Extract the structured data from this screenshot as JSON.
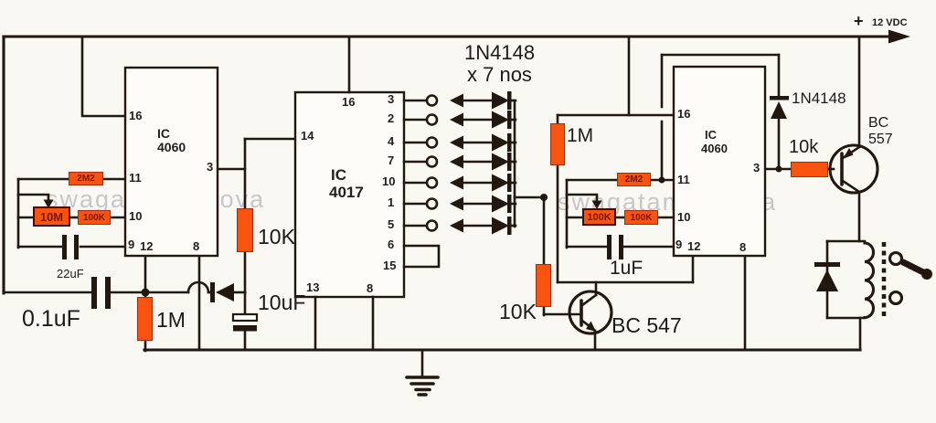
{
  "supply": {
    "plus": "+",
    "voltage": "12 VDC"
  },
  "watermark": "swagatam innova",
  "left_osc": {
    "ic": {
      "line1": "IC",
      "line2": "4060",
      "pin16": "16",
      "pin11": "11",
      "pin10": "10",
      "pin9": "9",
      "pin12": "12",
      "pin8": "8",
      "pin3": "3"
    },
    "r_2m2": "2M2",
    "r_10m_pot": "10M",
    "r_100k": "100K",
    "c_22uf": "22uF",
    "c_0_1uf": "0.1uF",
    "r_1m": "1M",
    "r_10k": "10K",
    "c_10uf": "10uF"
  },
  "counter": {
    "ic": {
      "line1": "IC",
      "line2": "4017",
      "pin16": "16",
      "pin14": "14",
      "pin13": "13",
      "pin8": "8",
      "pin6": "6",
      "pin15": "15"
    },
    "outputs": [
      "3",
      "2",
      "4",
      "7",
      "10",
      "1",
      "5"
    ],
    "diode_note_line1": "1N4148",
    "diode_note_line2": "x 7 nos"
  },
  "driver": {
    "r_10k": "10K",
    "transistor": "BC 547"
  },
  "right_osc": {
    "ic": {
      "line1": "IC",
      "line2": "4060",
      "pin16": "16",
      "pin11": "11",
      "pin10": "10",
      "pin9": "9",
      "pin12": "12",
      "pin8": "8",
      "pin3": "3"
    },
    "r_1m": "1M",
    "r_2m2": "2M2",
    "r_100k_pot": "100K",
    "r_100k": "100K",
    "c_1uf": "1uF",
    "d_1n4148": "1N4148"
  },
  "output_stage": {
    "r_10k": "10k",
    "transistor_line1": "BC",
    "transistor_line2": "557"
  },
  "colors": {
    "wire": "#221810",
    "resistor": "#f85410",
    "resistor_text": "#7b1600",
    "transistor_fill": "#b7b2ae",
    "background": "#f9f8f3"
  }
}
